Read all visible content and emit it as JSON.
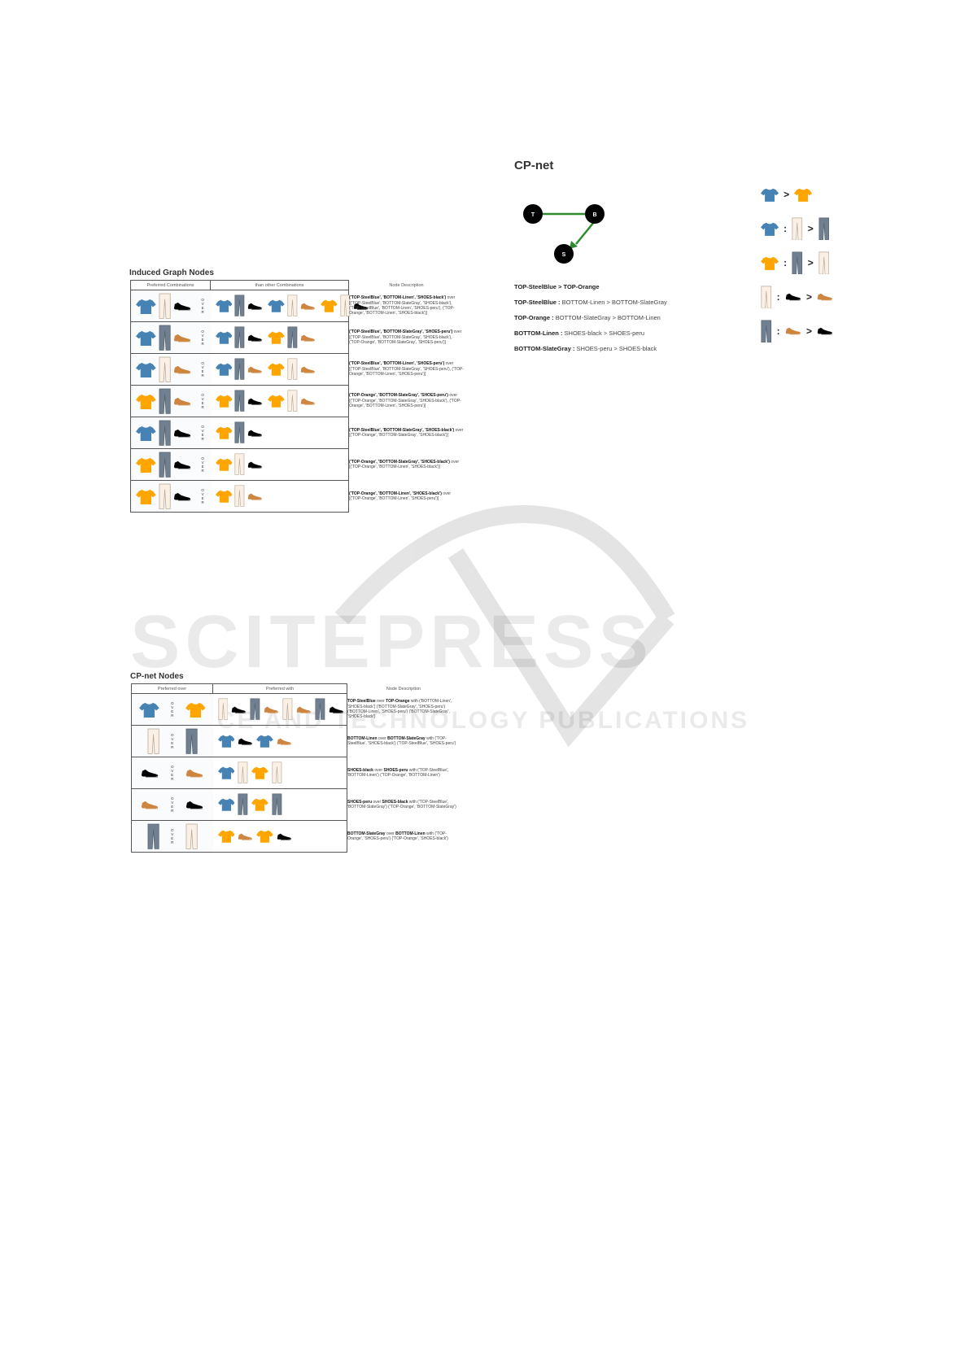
{
  "induced": {
    "title": "Induced Graph Nodes",
    "headers": [
      "Preferred Combinations",
      "than other Combinations",
      "Node Description"
    ],
    "rows": [
      {
        "pref": [
          "shirt-steelblue-icon",
          "pants-linen-icon",
          "shoe-black-icon"
        ],
        "others": [
          [
            "shirt-steelblue-icon",
            "pants-slategray-icon",
            "shoe-black-icon"
          ],
          [
            "shirt-steelblue-icon",
            "pants-linen-icon",
            "shoe-peru-icon"
          ],
          [
            "shirt-orange-icon",
            "pants-linen-icon",
            "shoe-black-icon"
          ]
        ],
        "desc_bold": "('TOP-SteelBlue', 'BOTTOM-Linen', 'SHOES-black')",
        "desc": " over [('TOP-SteelBlue', 'BOTTOM-SlateGray', 'SHOES-black'), ('TOP-SteelBlue', 'BOTTOM-Linen', 'SHOES-peru'), ('TOP-Orange', 'BOTTOM-Linen', 'SHOES-black')]"
      },
      {
        "pref": [
          "shirt-steelblue-icon",
          "pants-slategray-icon",
          "shoe-peru-icon"
        ],
        "others": [
          [
            "shirt-steelblue-icon",
            "pants-slategray-icon",
            "shoe-black-icon"
          ],
          [
            "shirt-orange-icon",
            "pants-slategray-icon",
            "shoe-peru-icon"
          ]
        ],
        "desc_bold": "('TOP-SteelBlue', 'BOTTOM-SlateGray', 'SHOES-peru')",
        "desc": " over [('TOP-SteelBlue', 'BOTTOM-SlateGray', 'SHOES-black'), ('TOP-Orange', 'BOTTOM-SlateGray', 'SHOES-peru')]"
      },
      {
        "pref": [
          "shirt-steelblue-icon",
          "pants-linen-icon",
          "shoe-peru-icon"
        ],
        "others": [
          [
            "shirt-steelblue-icon",
            "pants-slategray-icon",
            "shoe-peru-icon"
          ],
          [
            "shirt-orange-icon",
            "pants-linen-icon",
            "shoe-peru-icon"
          ]
        ],
        "desc_bold": "('TOP-SteelBlue', 'BOTTOM-Linen', 'SHOES-peru')",
        "desc": " over [('TOP-SteelBlue', 'BOTTOM-SlateGray', 'SHOES-peru'), ('TOP-Orange', 'BOTTOM-Linen', 'SHOES-peru')]"
      },
      {
        "pref": [
          "shirt-orange-icon",
          "pants-slategray-icon",
          "shoe-peru-icon"
        ],
        "others": [
          [
            "shirt-orange-icon",
            "pants-slategray-icon",
            "shoe-black-icon"
          ],
          [
            "shirt-orange-icon",
            "pants-linen-icon",
            "shoe-peru-icon"
          ]
        ],
        "desc_bold": "('TOP-Orange', 'BOTTOM-SlateGray', 'SHOES-peru')",
        "desc": " over [('TOP-Orange', 'BOTTOM-SlateGray', 'SHOES-black'), ('TOP-Orange', 'BOTTOM-Linen', 'SHOES-peru')]"
      },
      {
        "pref": [
          "shirt-steelblue-icon",
          "pants-slategray-icon",
          "shoe-black-icon"
        ],
        "others": [
          [
            "shirt-orange-icon",
            "pants-slategray-icon",
            "shoe-black-icon"
          ]
        ],
        "desc_bold": "('TOP-SteelBlue', 'BOTTOM-SlateGray', 'SHOES-black')",
        "desc": " over [('TOP-Orange', 'BOTTOM-SlateGray', 'SHOES-black')]"
      },
      {
        "pref": [
          "shirt-orange-icon",
          "pants-slategray-icon",
          "shoe-black-icon"
        ],
        "others": [
          [
            "shirt-orange-icon",
            "pants-linen-icon",
            "shoe-black-icon"
          ]
        ],
        "desc_bold": "('TOP-Orange', 'BOTTOM-SlateGray', 'SHOES-black')",
        "desc": " over [('TOP-Orange', 'BOTTOM-Linen', 'SHOES-black')]"
      },
      {
        "pref": [
          "shirt-orange-icon",
          "pants-linen-icon",
          "shoe-black-icon"
        ],
        "others": [
          [
            "shirt-orange-icon",
            "pants-linen-icon",
            "shoe-peru-icon"
          ]
        ],
        "desc_bold": "('TOP-Orange', 'BOTTOM-Linen', 'SHOES-black')",
        "desc": " over [('TOP-Orange', 'BOTTOM-Linen', 'SHOES-peru')]"
      }
    ]
  },
  "cpnodes": {
    "title": "CP-net Nodes",
    "headers": [
      "Preferred over",
      "Preferred with",
      "Node Description"
    ],
    "rows": [
      {
        "pref": [
          "shirt-steelblue-icon",
          "shirt-orange-icon"
        ],
        "with": [
          "pants-linen-icon",
          "shoe-black-icon",
          "pants-slategray-icon",
          "shoe-peru-icon",
          "pants-linen-icon",
          "shoe-peru-icon",
          "pants-slategray-icon",
          "shoe-black-icon"
        ],
        "desc_bold": "TOP-SteelBlue",
        "desc_mid": " over ",
        "desc_bold2": "TOP-Orange",
        "desc": "  with ('BOTTOM-Linen', 'SHOES-black') ('BOTTOM-SlateGray', 'SHOES-peru') ('BOTTOM-Linen', 'SHOES-peru') ('BOTTOM-SlateGray', 'SHOES-black')"
      },
      {
        "pref": [
          "pants-linen-icon",
          "pants-slategray-icon"
        ],
        "with": [
          "shirt-steelblue-icon",
          "shoe-black-icon",
          "shirt-steelblue-icon",
          "shoe-peru-icon"
        ],
        "desc_bold": "BOTTOM-Linen",
        "desc_mid": " over ",
        "desc_bold2": "BOTTOM-SlateGray",
        "desc": "  with ('TOP-SteelBlue', 'SHOES-black') ('TOP-SteelBlue', 'SHOES-peru')"
      },
      {
        "pref": [
          "shoe-black-icon",
          "shoe-peru-icon"
        ],
        "with": [
          "shirt-steelblue-icon",
          "pants-linen-icon",
          "shirt-orange-icon",
          "pants-linen-icon"
        ],
        "desc_bold": "SHOES-black",
        "desc_mid": " over ",
        "desc_bold2": "SHOES-peru",
        "desc": "  with ('TOP-SteelBlue', 'BOTTOM-Linen') ('TOP-Orange', 'BOTTOM-Linen')"
      },
      {
        "pref": [
          "shoe-peru-icon",
          "shoe-black-icon"
        ],
        "with": [
          "shirt-steelblue-icon",
          "pants-slategray-icon",
          "shirt-orange-icon",
          "pants-slategray-icon"
        ],
        "desc_bold": "SHOES-peru",
        "desc_mid": " over ",
        "desc_bold2": "SHOES-black",
        "desc": "  with ('TOP-SteelBlue', 'BOTTOM-SlateGray') ('TOP-Orange', 'BOTTOM-SlateGray')"
      },
      {
        "pref": [
          "pants-slategray-icon",
          "pants-linen-icon"
        ],
        "with": [
          "shirt-orange-icon",
          "shoe-peru-icon",
          "shirt-orange-icon",
          "shoe-black-icon"
        ],
        "desc_bold": "BOTTOM-SlateGray",
        "desc_mid": " over ",
        "desc_bold2": "BOTTOM-Linen",
        "desc": "  with ('TOP-Orange', 'SHOES-peru') ('TOP-Orange', 'SHOES-black')"
      }
    ]
  },
  "over_letters": [
    "O",
    "V",
    "E",
    "R"
  ],
  "cpnet": {
    "title": "CP-net",
    "nodes": {
      "t": "T",
      "b": "B",
      "s": "S"
    },
    "rules": [
      {
        "bold": "TOP-SteelBlue > TOP-Orange",
        "rest": ""
      },
      {
        "bold": "TOP-SteelBlue :",
        "rest": " BOTTOM-Linen > BOTTOM-SlateGray"
      },
      {
        "bold": "TOP-Orange :",
        "rest": " BOTTOM-SlateGray > BOTTOM-Linen"
      },
      {
        "bold": "BOTTOM-Linen :",
        "rest": " SHOES-black > SHOES-peru"
      },
      {
        "bold": "BOTTOM-SlateGray :",
        "rest": " SHOES-peru > SHOES-black"
      }
    ],
    "icon_rules": [
      {
        "cond": [],
        "items": [
          "shirt-steelblue-icon",
          "shirt-orange-icon"
        ]
      },
      {
        "cond": [
          "shirt-steelblue-icon"
        ],
        "items": [
          "pants-linen-icon",
          "pants-slategray-icon"
        ]
      },
      {
        "cond": [
          "shirt-orange-icon"
        ],
        "items": [
          "pants-slategray-icon",
          "pants-linen-icon"
        ]
      },
      {
        "cond": [
          "pants-linen-icon"
        ],
        "items": [
          "shoe-black-icon",
          "shoe-peru-icon"
        ]
      },
      {
        "cond": [
          "pants-slategray-icon"
        ],
        "items": [
          "shoe-peru-icon",
          "shoe-black-icon"
        ]
      }
    ],
    "symbols": {
      "gt": ">",
      "colon": ":"
    }
  },
  "colors": {
    "steelblue": "#4682B4",
    "orange": "#FFA500",
    "linen": "#FAF0E6",
    "slategray": "#708090",
    "peru": "#CD853F",
    "black": "#000000",
    "edge": "#2e8b2e"
  },
  "watermark": {
    "main": "SCITEPRESS",
    "sub": "SCIENCE AND TECHNOLOGY PUBLICATIONS"
  }
}
